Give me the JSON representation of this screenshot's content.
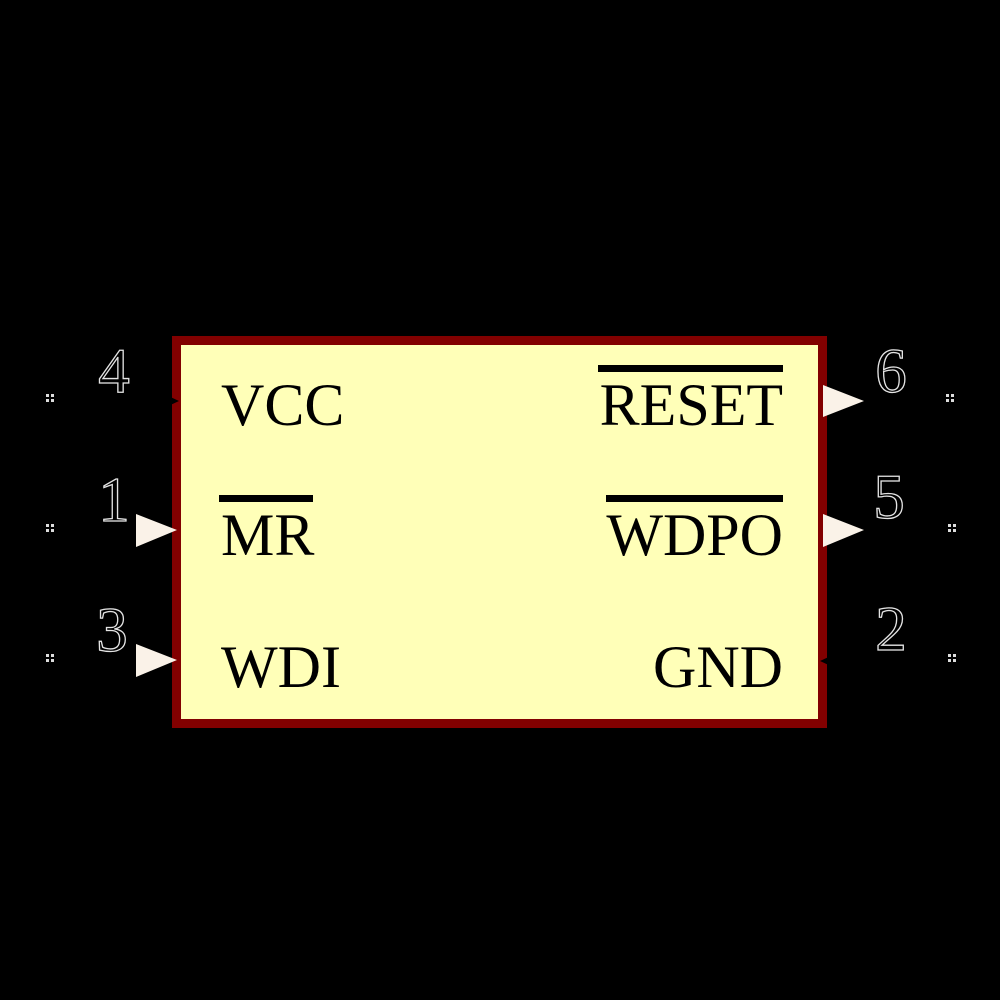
{
  "diagram_type": "schematic-component-symbol",
  "colors": {
    "background": "#000000",
    "body_fill": "#FFFFB8",
    "body_border": "#820000",
    "pin_label": "#000000",
    "pin_number_outline": "#E4E4E4",
    "arrow_fill": "#FAF2E8",
    "endpoint_marker": "#DDDDDD"
  },
  "pins": {
    "left": [
      {
        "number": "4",
        "label": "VCC",
        "overline": false,
        "arrow": "none"
      },
      {
        "number": "1",
        "label": "MR",
        "overline": true,
        "arrow": "input"
      },
      {
        "number": "3",
        "label": "WDI",
        "overline": false,
        "arrow": "input"
      }
    ],
    "right": [
      {
        "number": "6",
        "label": "RESET",
        "overline": true,
        "arrow": "output"
      },
      {
        "number": "5",
        "label": "WDPO",
        "overline": true,
        "arrow": "output"
      },
      {
        "number": "2",
        "label": "GND",
        "overline": false,
        "arrow": "none"
      }
    ]
  }
}
